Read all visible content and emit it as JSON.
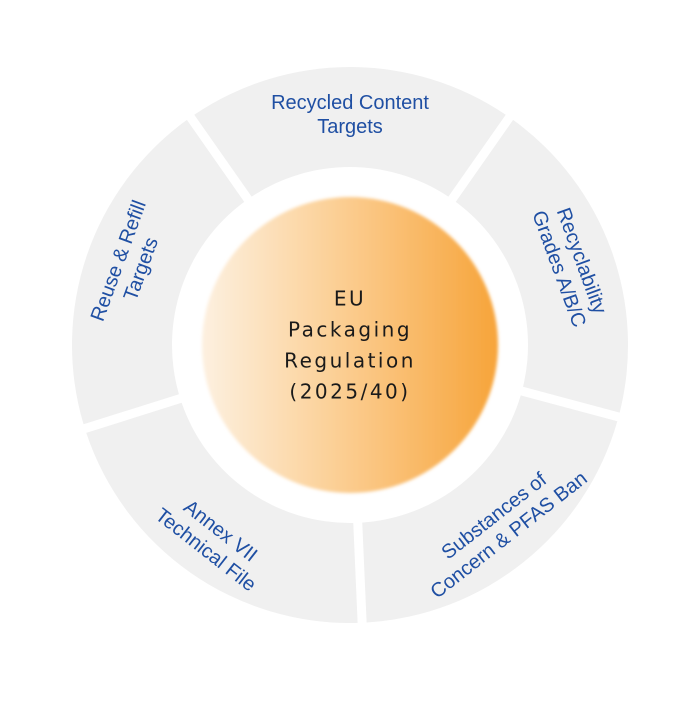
{
  "center": {
    "lines": [
      "EU",
      "Packaging",
      "Regulation",
      "(2025/40)"
    ]
  },
  "segments": [
    {
      "id": "recycled-content",
      "lines": [
        "Recycled Content",
        "Targets"
      ]
    },
    {
      "id": "recyclability-grades",
      "lines": [
        "Recyclability",
        "Grades A/B/C"
      ]
    },
    {
      "id": "substances-of-concern",
      "lines": [
        "Substances of",
        "Concern & PFAS Ban"
      ]
    },
    {
      "id": "annex-vii",
      "lines": [
        "Annex VII",
        "Technical File"
      ]
    },
    {
      "id": "reuse-refill",
      "lines": [
        "Reuse & Refill",
        "Targets"
      ]
    }
  ],
  "colors": {
    "segment_fill": "#f0f0f0",
    "segment_text": "#1f4fa3",
    "center_light": "#fdf0e0",
    "center_dark": "#f7a43a",
    "center_text": "#1a1a1a"
  }
}
